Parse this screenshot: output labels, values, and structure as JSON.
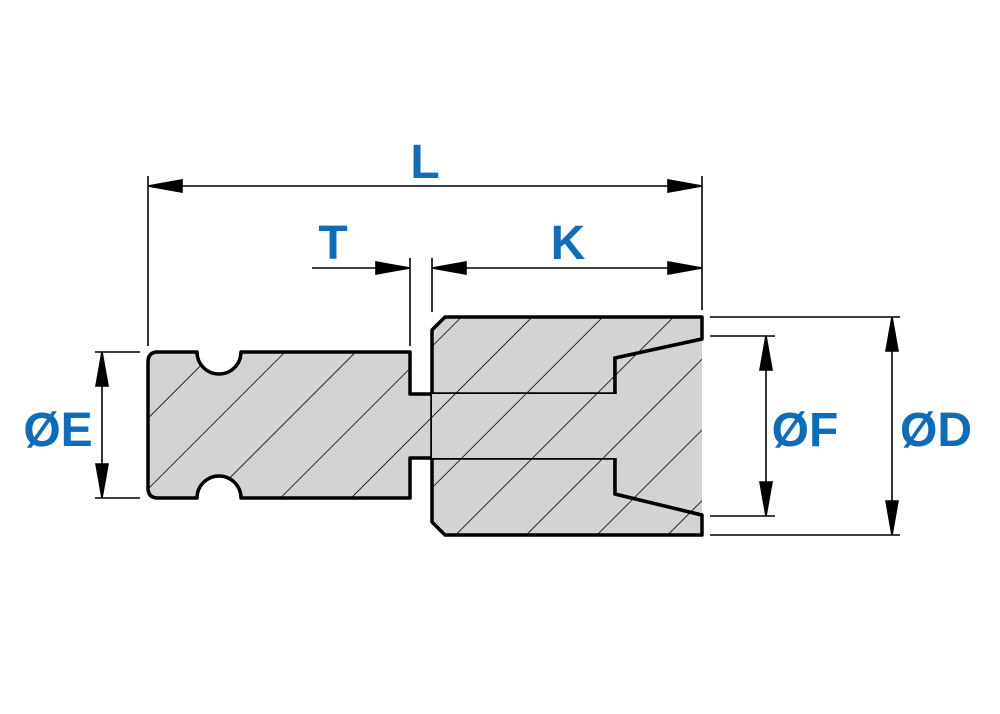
{
  "labels": {
    "length": "L",
    "thickness": "T",
    "k_length": "K",
    "diameter_e": "ØE",
    "diameter_f": "ØF",
    "diameter_d": "ØD"
  },
  "colors": {
    "label": "#0f6db8",
    "fill": "#d2d3d5",
    "line": "#000000"
  }
}
